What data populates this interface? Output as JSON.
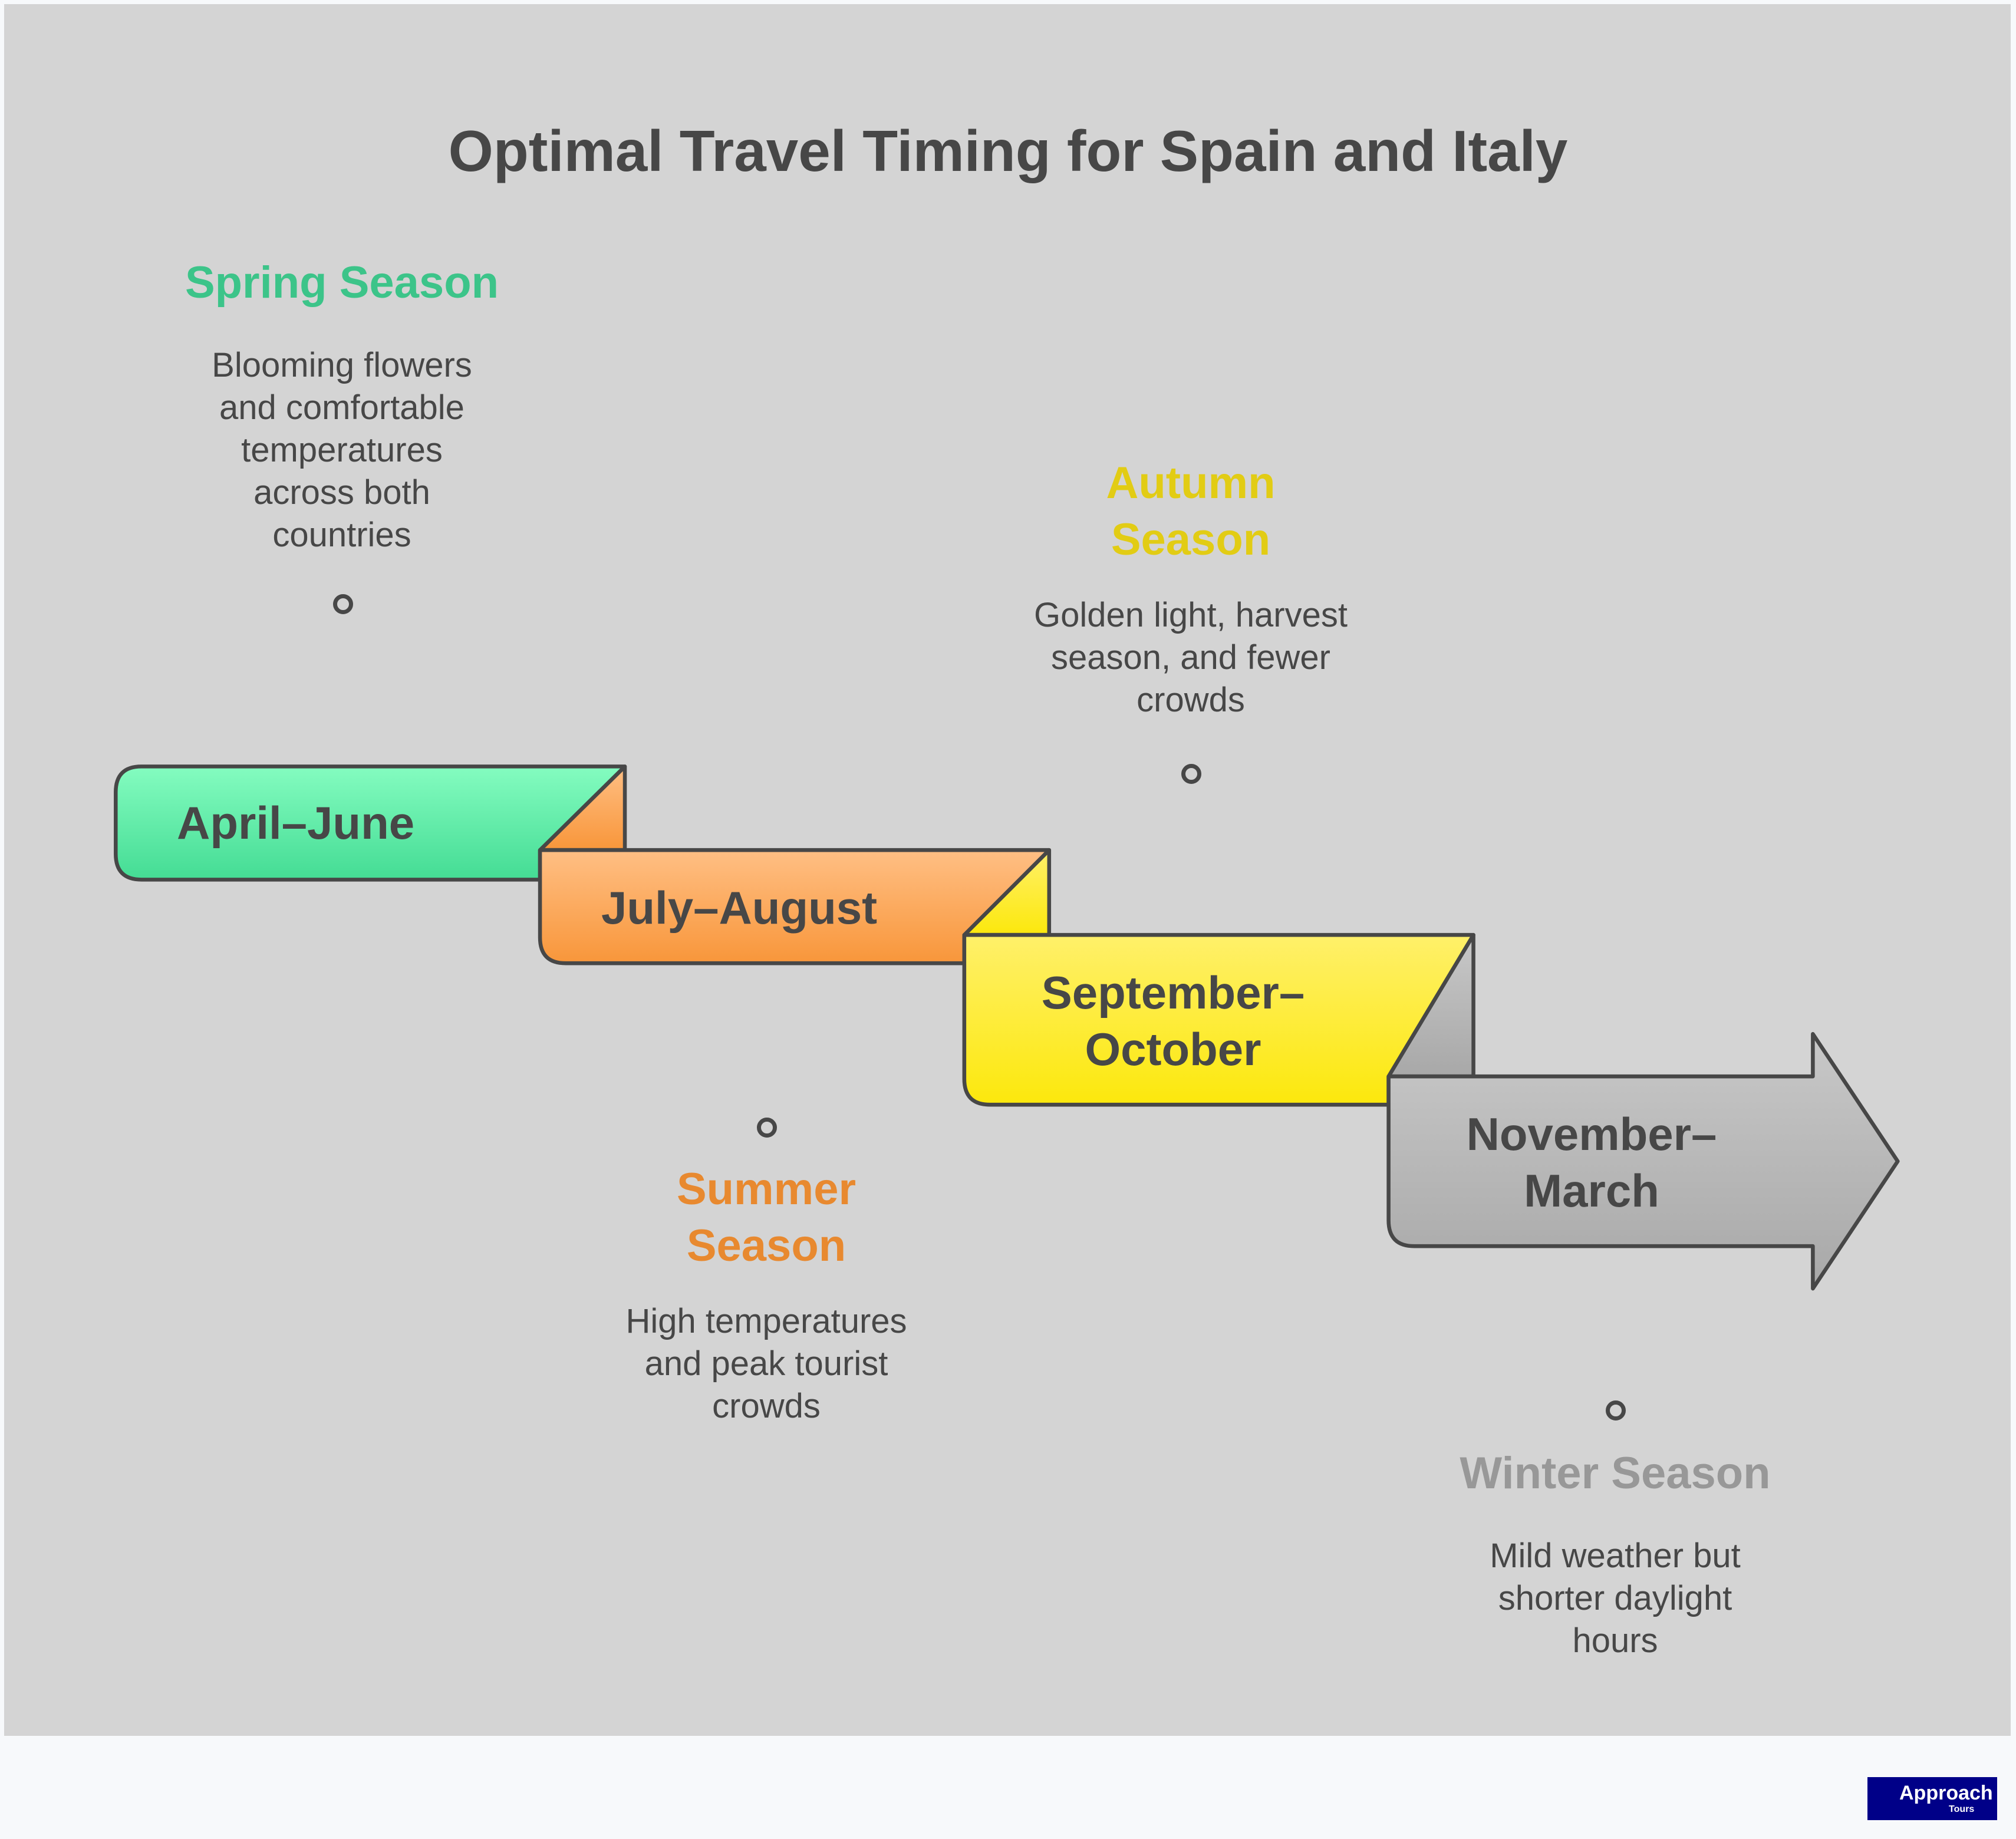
{
  "title": "Optimal Travel Timing for Spain and Italy",
  "seasons": [
    {
      "name": "Spring Season",
      "description": "Blooming flowers and comfortable temperatures across both countries",
      "period": "April–June",
      "color": "#3cc489"
    },
    {
      "name": "Summer Season",
      "description": "High temperatures and peak tourist crowds",
      "period": "July–August",
      "color": "#e8892f"
    },
    {
      "name": "Autumn Season",
      "description": "Golden light, harvest season, and fewer crowds",
      "period": "September–October",
      "color": "#e2cc14"
    },
    {
      "name": "Winter Season",
      "description": "Mild weather but shorter daylight hours",
      "period": "November–March",
      "color": "#989898"
    }
  ],
  "labels": {
    "spring_title": "Spring Season",
    "spring_desc": "Blooming flowers and comfortable temperatures across both countries",
    "summer_title_1": "Summer",
    "summer_title_2": "Season",
    "summer_desc": "High temperatures and peak tourist crowds",
    "autumn_title_1": "Autumn",
    "autumn_title_2": "Season",
    "autumn_desc": "Golden light, harvest season, and fewer crowds",
    "winter_title": "Winter Season",
    "winter_desc": "Mild weather but shorter daylight hours",
    "period_1": "April–June",
    "period_2": "July–August",
    "period_3_a": "September–",
    "period_3_b": "October",
    "period_4_a": "November–",
    "period_4_b": "March"
  },
  "logo": {
    "main": "Approach",
    "sub": "Tours",
    "color": "#000088"
  }
}
